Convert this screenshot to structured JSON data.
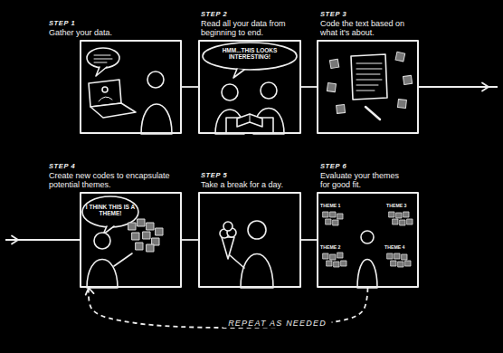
{
  "diagram": {
    "nodes": [
      {
        "text": [
          "STEP 1",
          "Gather your data."
        ]
      },
      {
        "text": [
          "STEP 2",
          "Read all your data from beginning to end."
        ]
      },
      {
        "text": [
          "STEP 3",
          "Code the text based on what it's about."
        ]
      },
      {
        "text": [
          "STEP 4",
          "Create new codes to encapsulate potential themes."
        ]
      },
      {
        "text": [
          "STEP 5",
          "Take a break for a day."
        ]
      },
      {
        "text": [
          "STEP 6",
          "Evaluate your themes for good fit."
        ]
      }
    ],
    "edges": [
      {
        "from": 0,
        "to": 1,
        "arrow": "none"
      },
      {
        "from": 1,
        "to": 2,
        "arrow": "none"
      },
      {
        "from": 2,
        "to": 3,
        "arrow": "to"
      },
      {
        "from": 3,
        "to": 4,
        "arrow": "none"
      },
      {
        "from": 4,
        "to": 5,
        "arrow": "none"
      },
      {
        "from": 5,
        "to": 3,
        "arrow": "to",
        "label": "REPEAT AS NEEDED"
      }
    ],
    "labels": [
      "HMM...THIS LOOKS INTERESTING!",
      "I THINK THIS IS A THEME!",
      "THEME 1",
      "THEME 3",
      "THEME 2",
      "THEME 4"
    ]
  }
}
